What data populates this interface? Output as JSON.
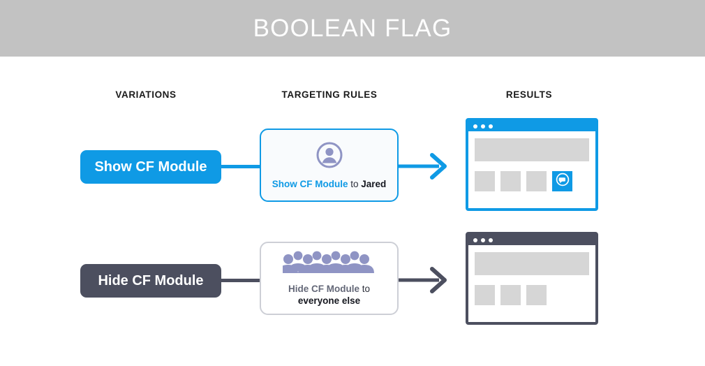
{
  "banner": {
    "title": "BOOLEAN FLAG",
    "background_color": "#c2c2c2",
    "text_color": "#ffffff"
  },
  "columns": [
    {
      "key": "variations",
      "label": "VARIATIONS"
    },
    {
      "key": "targeting_rules",
      "label": "TARGETING RULES"
    },
    {
      "key": "results",
      "label": "RESULTS"
    }
  ],
  "colors": {
    "accent_blue": "#0f9ae5",
    "slate": "#4c4f5f",
    "icon_purple": "#8f94c4",
    "placeholder_gray": "#d6d6d6",
    "card_border_gray": "#cdcfd6"
  },
  "rows": [
    {
      "variation": {
        "label": "Show CF Module",
        "color": "#0f9ae5",
        "text_color": "#ffffff"
      },
      "connector_color": "#0f9ae5",
      "rule": {
        "icon": "single-user-avatar-icon",
        "border_color": "#0f9ae5",
        "background": "#f9fbfd",
        "text_parts": [
          {
            "text": "Show CF Module",
            "style": "accent-bold"
          },
          {
            "text": " to ",
            "style": "regular"
          },
          {
            "text": "Jared",
            "style": "dark-bold"
          }
        ]
      },
      "arrow_color": "#0f9ae5",
      "result": {
        "titlebar_color": "#0f9ae5",
        "dots": 3,
        "hero_placeholder": true,
        "tiles": [
          {
            "state": "placeholder"
          },
          {
            "state": "placeholder"
          },
          {
            "state": "placeholder"
          },
          {
            "state": "active",
            "icon": "chat-bubble-icon"
          }
        ]
      }
    },
    {
      "variation": {
        "label": "Hide CF Module",
        "color": "#4c4f5f",
        "text_color": "#ffffff"
      },
      "connector_color": "#4c4f5f",
      "rule": {
        "icon": "crowd-of-people-icon",
        "border_color": "#cdcfd6",
        "background": "#ffffff",
        "text_parts": [
          {
            "text": "Hide CF Module",
            "style": "slate-bold"
          },
          {
            "text": " to",
            "style": "regular"
          },
          {
            "text": "everyone else",
            "style": "dark-bold"
          }
        ]
      },
      "arrow_color": "#4c4f5f",
      "result": {
        "titlebar_color": "#4c4f5f",
        "dots": 3,
        "hero_placeholder": true,
        "tiles": [
          {
            "state": "placeholder"
          },
          {
            "state": "placeholder"
          },
          {
            "state": "placeholder"
          }
        ]
      }
    }
  ]
}
